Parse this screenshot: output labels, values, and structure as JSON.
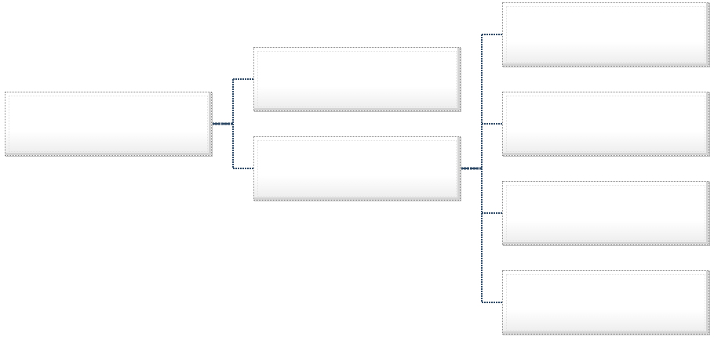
{
  "diagram": {
    "type": "hierarchy-tree",
    "connector_color": "#2e4a66",
    "nodes": {
      "root": {
        "label": ""
      },
      "branch_1": {
        "label": ""
      },
      "branch_2": {
        "label": ""
      },
      "leaf_1": {
        "label": ""
      },
      "leaf_2": {
        "label": ""
      },
      "leaf_3": {
        "label": ""
      },
      "leaf_4": {
        "label": ""
      }
    },
    "edges": [
      {
        "from": "root",
        "to": "branch_1"
      },
      {
        "from": "root",
        "to": "branch_2"
      },
      {
        "from": "branch_2",
        "to": "leaf_1"
      },
      {
        "from": "branch_2",
        "to": "leaf_2"
      },
      {
        "from": "branch_2",
        "to": "leaf_3"
      },
      {
        "from": "branch_2",
        "to": "leaf_4"
      }
    ]
  }
}
